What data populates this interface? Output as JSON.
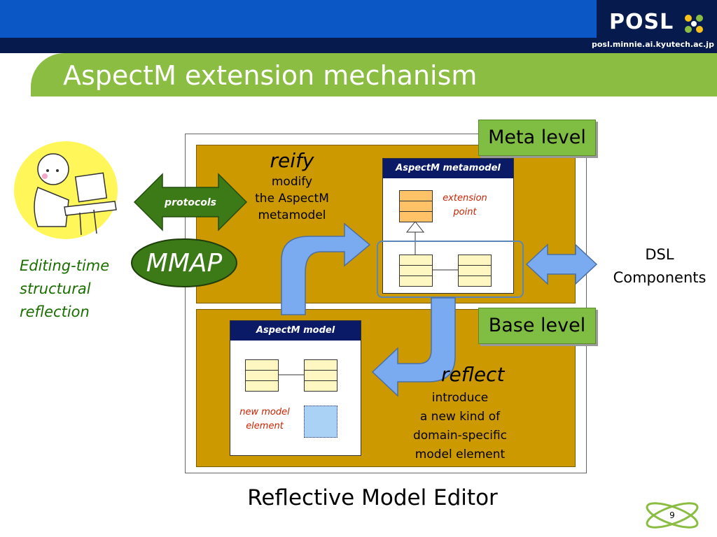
{
  "header": {
    "logo": "POSL",
    "url": "posl.minnie.ai.kyutech.ac.jp",
    "title": "AspectM extension mechanism"
  },
  "diagram": {
    "meta_level": "Meta level",
    "base_level": "Base level",
    "metamodel_box": {
      "title": "AspectM metamodel",
      "extension_point": [
        "extension",
        "point"
      ]
    },
    "model_box": {
      "title": "AspectM model",
      "new_element": [
        "new model",
        "element"
      ]
    },
    "reify": {
      "word": "reify",
      "lines": [
        "modify",
        "the AspectM",
        "metamodel"
      ]
    },
    "reflect": {
      "word": "reflect",
      "lines": [
        "introduce",
        "a new kind of",
        "domain-specific",
        "model element"
      ]
    },
    "protocols": "protocols",
    "mmap": "MMAP",
    "left_caption": [
      "Editing-time",
      "structural",
      "reflection"
    ],
    "dsl": [
      "DSL",
      "Components"
    ],
    "bottom_caption": "Reflective Model Editor"
  },
  "page_number": "9",
  "colors": {
    "blue": "#0b57c6",
    "navy": "#071a4d",
    "green": "#8bbd43",
    "gold": "#cc9900",
    "arrow_blue": "#6fa3e8"
  }
}
